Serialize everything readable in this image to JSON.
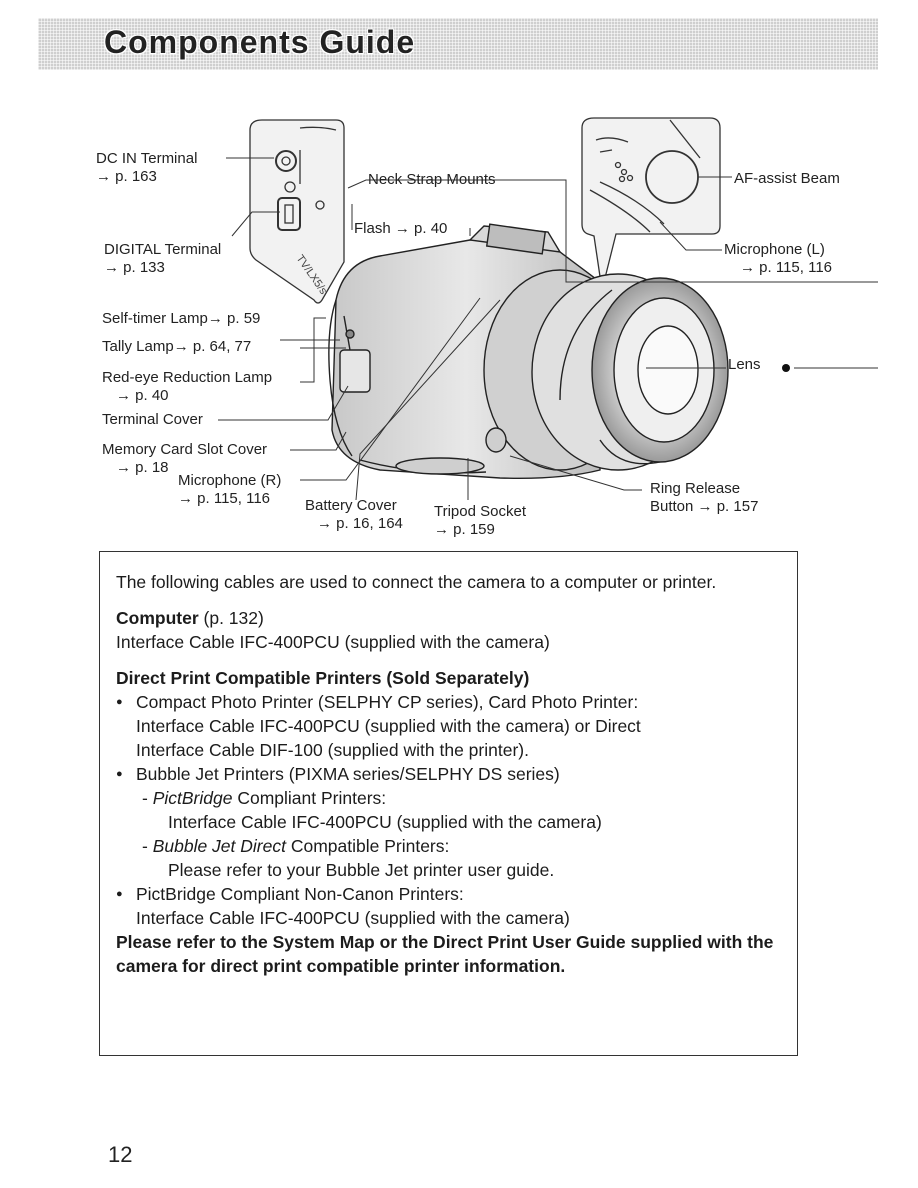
{
  "header": {
    "title": "Components Guide"
  },
  "labels": {
    "dc_in": "DC IN Terminal",
    "dc_in_ref": "→ p. 163",
    "digital": "DIGITAL Terminal",
    "digital_ref": "→ p. 133",
    "neck_strap": "Neck Strap Mounts",
    "flash": "Flash → p. 40",
    "af_assist": "AF-assist Beam",
    "mic_l": "Microphone (L)",
    "mic_l_ref": "→ p. 115, 116",
    "self_timer": "Self-timer Lamp→ p. 59",
    "tally": "Tally Lamp→ p. 64, 77",
    "red_eye": "Red-eye Reduction Lamp",
    "red_eye_ref": "→ p. 40",
    "terminal_cover": "Terminal Cover",
    "memory_card": "Memory Card Slot Cover",
    "memory_card_ref": "→ p. 18",
    "mic_r": "Microphone (R)",
    "mic_r_ref": "→ p. 115, 116",
    "battery": "Battery Cover",
    "battery_ref": "→ p. 16, 164",
    "tripod": "Tripod Socket",
    "tripod_ref": "→ p. 159",
    "lens": "Lens",
    "ring_release": "Ring Release",
    "ring_release_ref": "Button → p. 157",
    "camera_badge": "TV/LX5/s"
  },
  "info": {
    "intro": "The following cables are used to connect the camera to a computer or printer.",
    "computer_head": "Computer",
    "computer_ref": " (p. 132)",
    "computer_cable": "Interface Cable IFC-400PCU (supplied with the camera)",
    "direct_head": "Direct Print Compatible Printers (Sold Separately)",
    "b1": "Compact Photo Printer (SELPHY CP series), Card Photo Printer:",
    "b1_l2": "Interface Cable IFC-400PCU (supplied with the camera) or Direct",
    "b1_l3": "Interface Cable DIF-100 (supplied with the printer).",
    "b2": "Bubble Jet Printers (PIXMA series/SELPHY DS series)",
    "b2_s1_dash": "- ",
    "b2_s1_em": "PictBridge",
    "b2_s1": " Compliant Printers:",
    "b2_s1_l2": "Interface Cable IFC-400PCU (supplied with the camera)",
    "b2_s2_dash": "- ",
    "b2_s2_em": "Bubble Jet Direct",
    "b2_s2": " Compatible Printers:",
    "b2_s2_l2": "Please refer to your Bubble Jet printer user guide.",
    "b3": "PictBridge Compliant Non-Canon Printers:",
    "b3_l2": "Interface Cable IFC-400PCU (supplied with the camera)",
    "note": "Please refer to the System Map or the Direct Print User Guide supplied with the camera for direct print compatible printer information."
  },
  "footer": {
    "page_number": "12"
  }
}
